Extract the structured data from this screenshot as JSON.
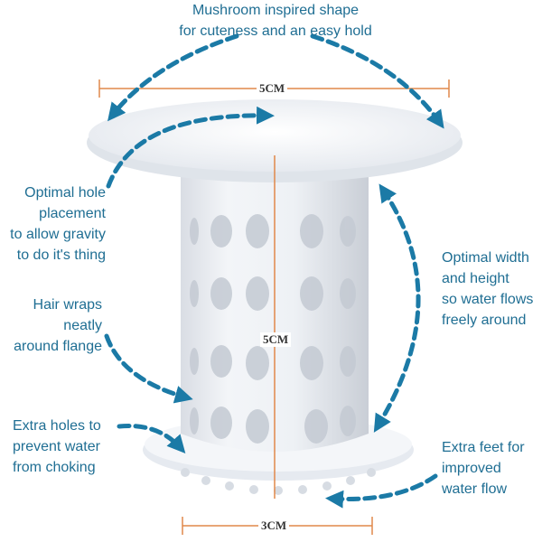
{
  "annotations": {
    "mushroom": [
      "Mushroom inspired shape",
      "for cuteness and an easy hold"
    ],
    "hole_placement": [
      "Optimal hole",
      "placement",
      "to allow gravity",
      "to do it's thing"
    ],
    "width_height": [
      "Optimal width",
      "and height",
      "so water flows",
      "freely around"
    ],
    "hair_wraps": [
      "Hair wraps",
      "neatly",
      "around flange"
    ],
    "extra_holes": [
      "Extra holes to",
      "prevent water",
      "from choking"
    ],
    "extra_feet": [
      "Extra feet for",
      "improved",
      "water flow"
    ]
  },
  "dimensions": {
    "top_width": "5CM",
    "height": "5CM",
    "base_width": "3CM"
  },
  "colors": {
    "accent": "#1f6e93",
    "arrow": "#1b7aa6",
    "dimension_line": "#e0884a",
    "product": "#eef2f6"
  }
}
